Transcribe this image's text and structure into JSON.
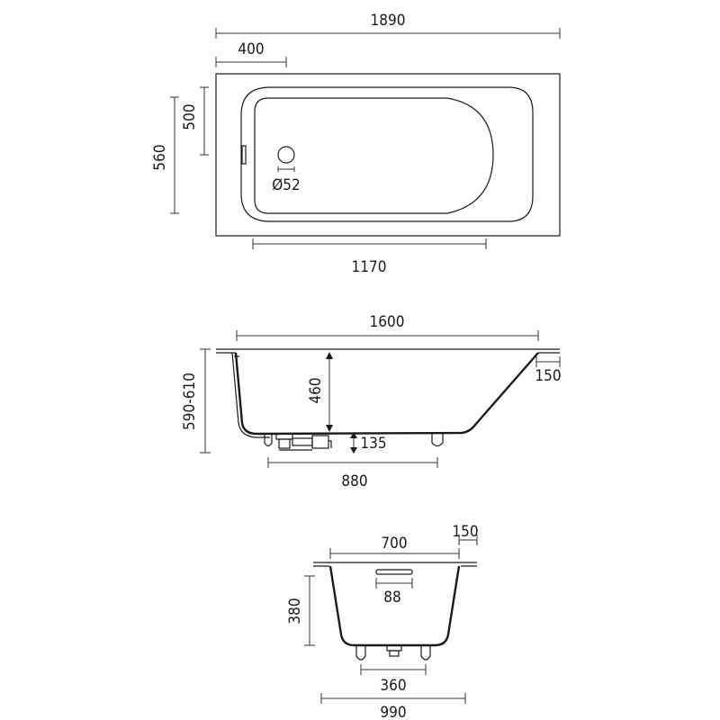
{
  "top_view": {
    "length": "1890",
    "offset": "400",
    "inner_width": "500",
    "outer_width": "560",
    "drain_diameter": "Ø52",
    "inner_length": "1170"
  },
  "side_view": {
    "inner_length": "1600",
    "height_range": "590-610",
    "depth": "460",
    "rim": "150",
    "foot_height": "135",
    "foot_spacing": "880"
  },
  "end_view": {
    "inner_width": "700",
    "rim": "150",
    "overflow": "88",
    "depth": "380",
    "foot_spacing": "360",
    "outer_width": "990"
  }
}
